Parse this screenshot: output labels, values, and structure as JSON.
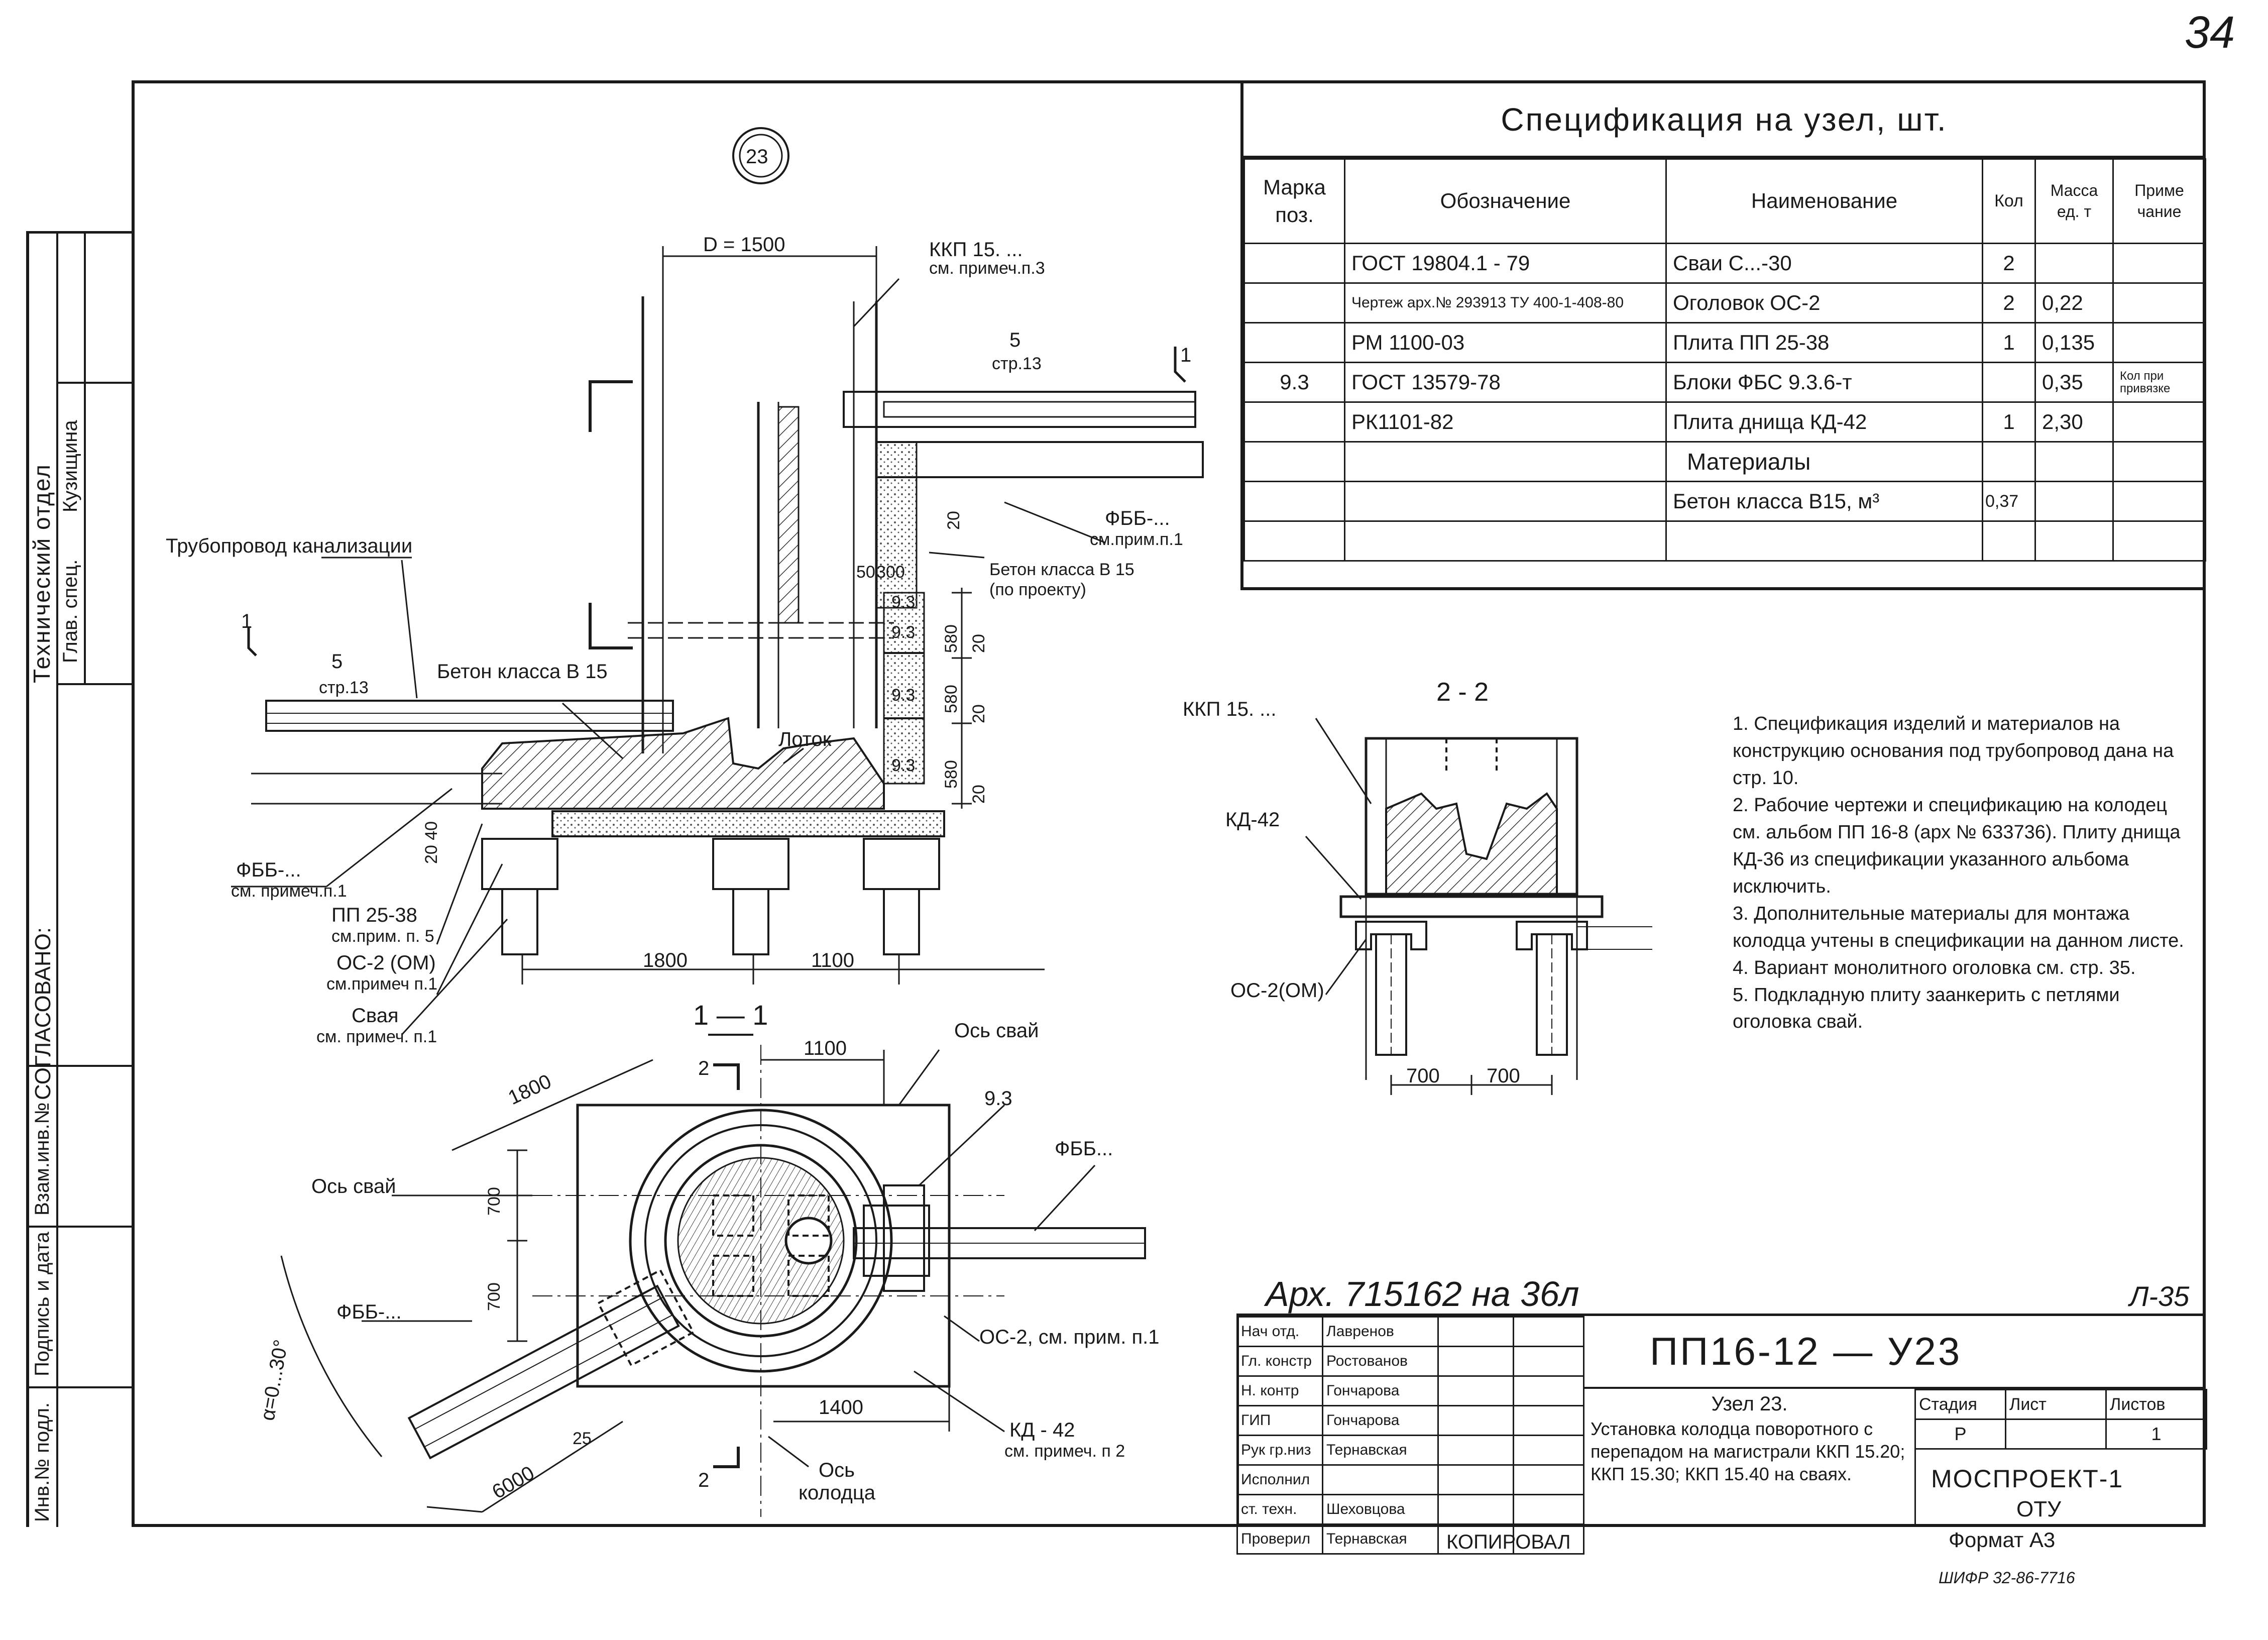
{
  "sheet": {
    "corner_number": "34",
    "detail_marker": "23",
    "archive_note": "Арх. 715162 на 36л",
    "sheet_ref": "Л-35",
    "copied_by_label": "КОПИРОВАЛ",
    "format": "Формат А3",
    "cipher": "ШИФР 32-86-7716"
  },
  "left_strip": {
    "department": "Технический отдел",
    "chief_spec_label": "Глав. спец.",
    "chief_spec_name": "Кузищина",
    "agreed": "СОГЛАСОВАНО:",
    "replaced_inv": "Взам.инв.№",
    "signature_date": "Подпись и дата",
    "orig_inv": "Инв.№ подл."
  },
  "spec": {
    "title": "Спецификация на узел, шт.",
    "headers": [
      "Марка поз.",
      "Обозначение",
      "Наименование",
      "Кол",
      "Масса ед. т",
      "Приме чание"
    ],
    "rows": [
      [
        "",
        "ГОСТ 19804.1 - 79",
        "Сваи С...-30",
        "2",
        "",
        ""
      ],
      [
        "",
        "Чертеж арх.№ 293913 ТУ 400-1-408-80",
        "Оголовок ОС-2",
        "2",
        "0,22",
        ""
      ],
      [
        "",
        "РМ 1100-03",
        "Плита ПП 25-38",
        "1",
        "0,135",
        ""
      ],
      [
        "9.3",
        "ГОСТ 13579-78",
        "Блоки ФБС 9.3.6-т",
        "",
        "0,35",
        "Кол при привязке"
      ],
      [
        "",
        "РК1101-82",
        "Плита днища КД-42",
        "1",
        "2,30",
        ""
      ],
      [
        "",
        "",
        "Материалы",
        "",
        "",
        ""
      ],
      [
        "",
        "",
        "Бетон класса В15, м³",
        "0,37",
        "",
        ""
      ],
      [
        "",
        "",
        "",
        "",
        "",
        ""
      ]
    ]
  },
  "drawing": {
    "section_main": {
      "dim_d": "D = 1500",
      "kkp_top": "ККП 15. ...",
      "kkp_top_note": "см. примеч.п.3",
      "ref5_top": "5",
      "ref5_top_page": "стр.13",
      "cut1_top": "1",
      "pipeline": "Трубопровод канализации",
      "cut1_left": "1",
      "ref5_left": "5",
      "ref5_left_page": "стр.13",
      "concrete_b15": "Бетон класса В 15",
      "fbb_top": "ФББ-...",
      "fbb_top_note": "см.прим.п.1",
      "concrete_proj": "Бетон класса В 15",
      "concrete_proj_note": "(по проекту)",
      "lotok": "Лоток",
      "fbb_left": "ФББ-...",
      "fbb_left_note": "см. примеч.п.1",
      "pp": "ПП 25-38",
      "pp_note": "см.прим. п. 5",
      "os": "ОС-2 (ОМ)",
      "os_note": "см.примеч п.1",
      "svaya": "Свая",
      "svaya_note": "см. примеч. п.1",
      "dim_1800": "1800",
      "dim_1100": "1100",
      "dim_580a": "580",
      "dim_580b": "580",
      "dim_580c": "580",
      "dim_20a": "20",
      "dim_20b": "20",
      "dim_20c": "20",
      "dim_20d": "20",
      "dim_2040": "20 40",
      "dim_50": "50",
      "dim_300": "300",
      "blk_93a": "9.3",
      "blk_93b": "9.3",
      "blk_93c": "9.3",
      "blk_93d": "9.3"
    },
    "section_22": {
      "title": "2 - 2",
      "kkp": "ККП 15. ...",
      "kd": "КД-42",
      "os": "ОС-2(ОМ)",
      "dim_700a": "700",
      "dim_700b": "700"
    },
    "plan_11": {
      "title": "1 — 1",
      "dim_1100": "1100",
      "axis_piles_top": "Ось свай",
      "cut2_top": "2",
      "dim_1800": "1800",
      "blk_93": "9.3",
      "fbb_right": "ФББ...",
      "axis_piles_left": "Ось свай",
      "dim_700a": "700",
      "dim_700b": "700",
      "angle": "α=0...30°",
      "fbb_left": "ФББ-...",
      "os": "ОС-2, см. прим. п.1",
      "dim_1400": "1400",
      "kd": "КД - 42",
      "kd_note": "см. примеч. п 2",
      "dim_6000": "6000",
      "dim_25": "25",
      "axis_well": "Ось колодца",
      "cut2_bottom": "2"
    }
  },
  "notes": [
    "1. Спецификация изделий и материалов на конструкцию основания под трубопровод дана на стр. 10.",
    "2. Рабочие чертежи и спецификацию на колодец см. альбом ПП 16-8 (арх № 633736). Плиту днища КД-36 из спецификации указанного альбома исключить.",
    "3. Дополнительные материалы для монтажа колодца учтены в спецификации на данном листе.",
    "4. Вариант монолитного оголовка см. стр. 35.",
    "5. Подкладную плиту заанкерить с петлями оголовка свай."
  ],
  "title_block": {
    "people": [
      [
        "Нач отд.",
        "Лавренов"
      ],
      [
        "Гл. констр",
        "Ростованов"
      ],
      [
        "Н. контр",
        "Гончарова"
      ],
      [
        "ГИП",
        "Гончарова"
      ],
      [
        "Рук гр.низ",
        "Тернавская"
      ],
      [
        "Исполнил",
        ""
      ],
      [
        "ст. техн.",
        "Шеховцова"
      ],
      [
        "Проверил",
        "Тернавская"
      ]
    ],
    "code": "ПП16-12 — У23",
    "node": "Узел 23.",
    "description": "Установка колодца поворотного с перепадом на магистрали ККП 15.20; ККП 15.30; ККП 15.40 на сваях.",
    "stage_label": "Стадия",
    "sheet_label": "Лист",
    "sheets_label": "Листов",
    "stage": "Р",
    "sheet": "",
    "sheets": "1",
    "org": "МОСПРОЕКТ-1",
    "org_dept": "ОТУ"
  }
}
